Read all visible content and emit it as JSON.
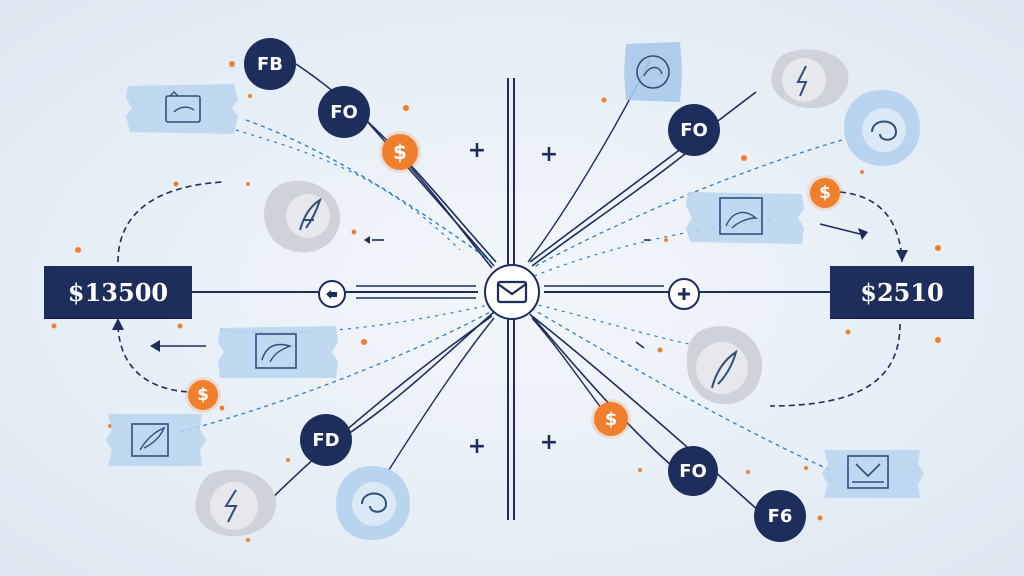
{
  "amounts": {
    "left": "$13500",
    "right": "$2510"
  },
  "nodes": {
    "fb_top_left": "FB",
    "fo_top_left": "FO",
    "fo_top_right": "FO",
    "fd_bottom_left": "FD",
    "fo_bottom_right": "FO",
    "f6_bottom_right": "F6"
  },
  "coins": {
    "coin_top_left": "$",
    "coin_mid_left": "$",
    "coin_top_right": "$",
    "coin_bottom_right": "$"
  },
  "plus_markers": [
    "+",
    "+",
    "+",
    "+"
  ],
  "icons": {
    "hub": "envelope-icon",
    "left_link": "pointer-hand-icon",
    "right_link": "plus-circle-icon",
    "cards": [
      "wallet-card-icon",
      "feather-card-icon",
      "chart-card-icon",
      "swirl-card-icon",
      "check-card-icon"
    ],
    "blobs": [
      "feather-blob-icon",
      "lightning-blob-icon",
      "swirl-blob-icon",
      "leaf-blob-icon"
    ]
  },
  "colors": {
    "navy": "#1d2d5c",
    "orange": "#ef7f2d",
    "light_blue": "#b9d4ee",
    "gray_blob": "#cfd2d8",
    "background": "#e9f0f7"
  }
}
